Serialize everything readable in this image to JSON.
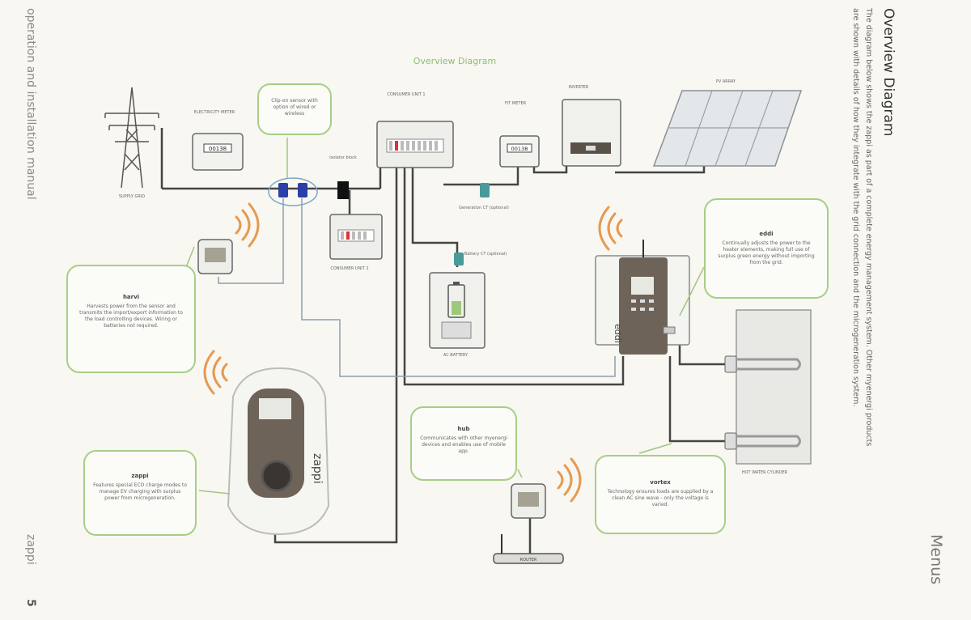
{
  "header": {
    "section_title": "Overview Diagram",
    "intro_line_1": "The diagram below shows the zappi as part of a complete energy management system. Other myenergi products",
    "intro_line_2": "are shown with details of how they integrate with the grid connection and the microgeneration system.",
    "menu_tab": "Menus"
  },
  "footer": {
    "manual_name": "operation and installation manual",
    "product_name": "zappi",
    "page_number": "5"
  },
  "diagram": {
    "title": "Overview Diagram",
    "labels": {
      "supply_grid": "SUPPLY GRID",
      "electricity_meter": "ELECTRICITY METER",
      "meter_reading_1": "00138",
      "clip_on_sensor": "Clip-on sensor with option of wired or wireless",
      "isolator_block": "Isolator block",
      "consumer_unit_1": "CONSUMER UNIT 1",
      "consumer_unit_2": "CONSUMER UNIT 2",
      "fit_meter": "FIT METER",
      "meter_reading_2": "00138",
      "inverter": "INVERTER",
      "pv_array": "PV ARRAY",
      "generation_ct": "Generation CT (optional)",
      "battery_ct": "Battery CT (optional)",
      "ac_battery": "AC BATTERY",
      "hot_water_cylinder": "HOT WATER CYLINDER",
      "router": "ROUTER",
      "zappi_brand": "zappi",
      "eddi_brand": "eddi"
    },
    "callouts": {
      "harvi": {
        "title": "harvi",
        "body": "Harvests power from the sensor and transmits the import/export information to the load controlling devices. Wiring or batteries not required."
      },
      "zappi": {
        "title": "zappi",
        "body": "Features special ECO charge modes to manage EV charging with surplus power from microgeneration."
      },
      "hub": {
        "title": "hub",
        "body": "Communicates with other myenergi devices and enables use of mobile app."
      },
      "eddi": {
        "title": "eddi",
        "body": "Continually adjusts the power to the heater elements, making full use of surplus green energy without importing from the grid."
      },
      "vortex": {
        "title": "vortex",
        "body": "Technology ensures loads are supplied by a clean AC sine wave - only the voltage is varied."
      }
    }
  },
  "colors": {
    "accent_green": "#9ec87c",
    "line_dark": "#444444",
    "wifi_orange": "#e69a52",
    "sensor_blue": "#2a3fa8",
    "device_brown": "#6e6359"
  },
  "icons": [
    "pylon-icon",
    "wifi-signal-icon",
    "solar-panel-icon",
    "battery-icon",
    "antenna-icon"
  ]
}
